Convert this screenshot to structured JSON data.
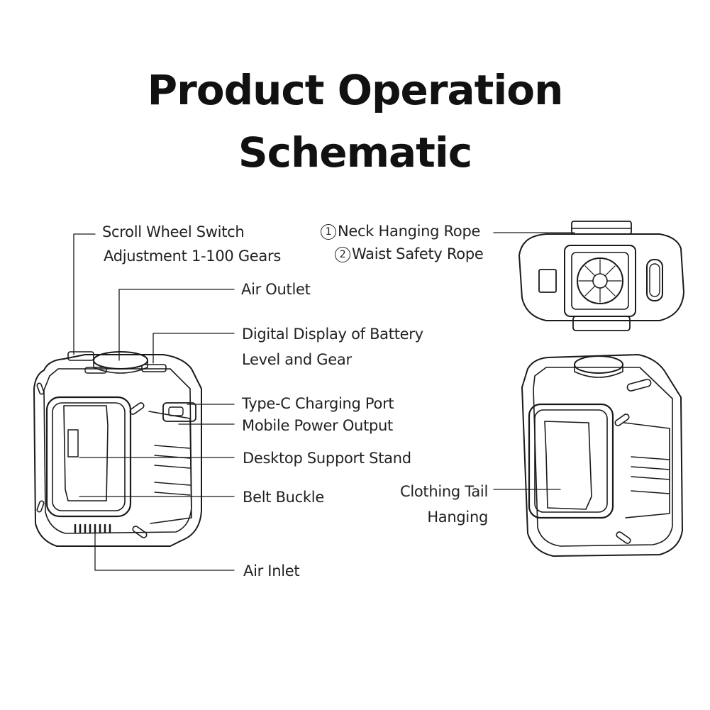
{
  "title": {
    "line1": "Product Operation",
    "line2": "Schematic"
  },
  "labels": {
    "scroll_wheel_1": "Scroll Wheel Switch",
    "scroll_wheel_2": "Adjustment 1-100 Gears",
    "air_outlet": "Air Outlet",
    "digital_display_1": "Digital Display of Battery",
    "digital_display_2": "Level and Gear",
    "type_c": "Type-C Charging Port",
    "mobile_power": "Mobile Power Output",
    "desktop_stand": "Desktop Support Stand",
    "belt_buckle": "Belt Buckle",
    "air_inlet": "Air Inlet",
    "neck_rope_num": "1",
    "neck_rope": "Neck Hanging Rope",
    "waist_rope_num": "2",
    "waist_rope": "Waist Safety Rope",
    "clothing_tail_1": "Clothing Tail",
    "clothing_tail_2": "Hanging"
  },
  "colors": {
    "line": "#1a1a1a",
    "text": "#222222",
    "background": "#ffffff"
  }
}
